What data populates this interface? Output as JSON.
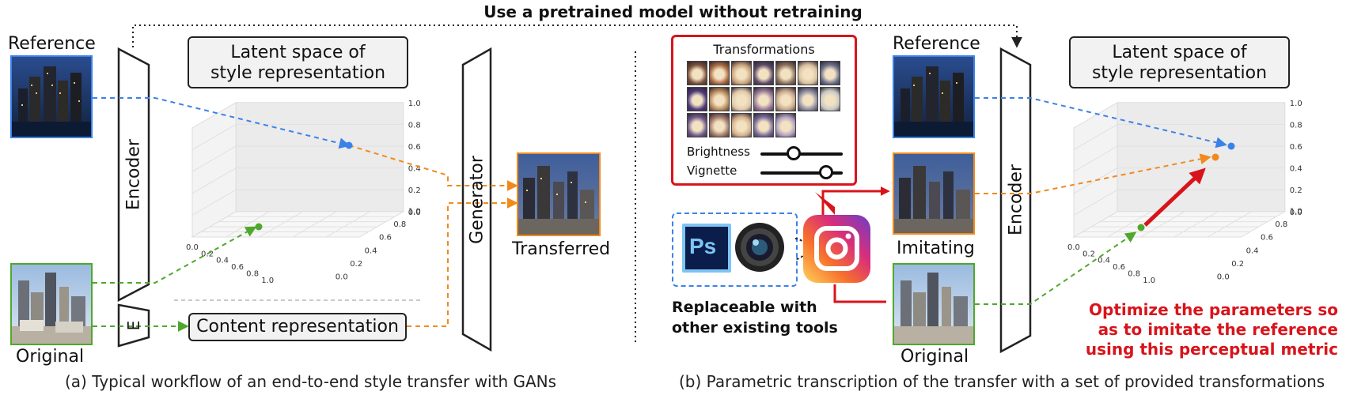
{
  "header": {
    "top_title": "Use a pretrained model without retraining"
  },
  "left": {
    "reference_label": "Reference",
    "original_label": "Original",
    "encoder_label": "Encoder",
    "small_encoder_label": "E",
    "generator_label": "Generator",
    "latent_box": [
      "Latent space of",
      "style representation"
    ],
    "content_box": "Content representation",
    "transferred_label": "Transferred",
    "caption": "(a) Typical workflow of an end-to-end style transfer with GANs"
  },
  "right": {
    "reference_label": "Reference",
    "imitating_label": "Imitating",
    "original_label": "Original",
    "encoder_label": "Encoder",
    "latent_box": [
      "Latent space of",
      "style representation"
    ],
    "transformations_title": "Transformations",
    "slider_brightness": "Brightness",
    "slider_vignette": "Vignette",
    "tools_note": [
      "Replaceable with",
      "other existing tools"
    ],
    "ps_label": "Ps",
    "optimize_note": [
      "Optimize the parameters so",
      "as to imitate the reference",
      "using this perceptual metric"
    ],
    "caption": "(b) Parametric transcription of the transfer with a set of provided transformations"
  },
  "plot_ticks": {
    "z": [
      "0.0",
      "0.2",
      "0.4",
      "0.6",
      "0.8",
      "1.0"
    ],
    "x": [
      "0.0",
      "0.2",
      "0.4",
      "0.6",
      "0.8",
      "1.0"
    ],
    "y": [
      "0.0",
      "0.2",
      "0.4",
      "0.6",
      "0.8",
      "1.0"
    ]
  },
  "colors": {
    "blue": "#3b82e8",
    "orange": "#f08a1c",
    "green": "#4fa82b",
    "red": "#d8141b"
  },
  "sliders": {
    "brightness": 0.4,
    "vignette": 0.8
  }
}
